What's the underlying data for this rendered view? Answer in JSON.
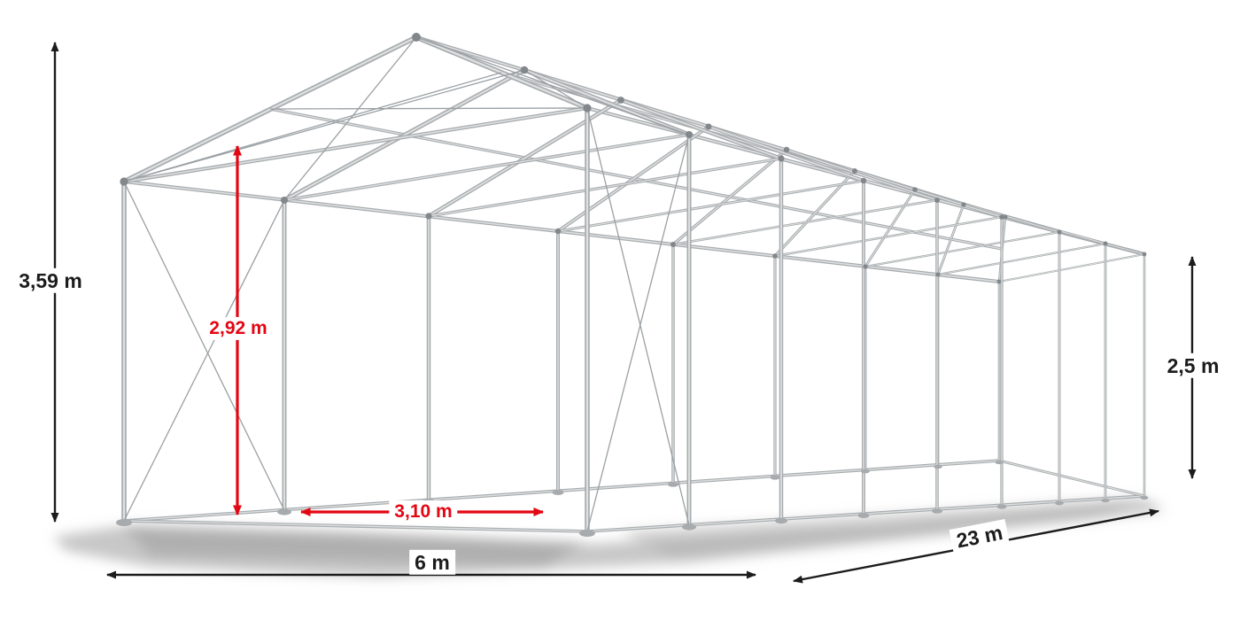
{
  "illustration": {
    "name": "storage-tent-steel-frame-wireframe",
    "colors": {
      "accent_red": "#e30613",
      "dimension_black": "#1c1c1c",
      "frame_gray": "#a8acae",
      "frame_highlight": "#dee0e1"
    }
  },
  "dimensions": {
    "total_height": "3,59 m",
    "clearance_height": "2,92 m",
    "entrance_width": "3,10 m",
    "width": "6 m",
    "length": "23 m",
    "side_height": "2,5 m"
  }
}
